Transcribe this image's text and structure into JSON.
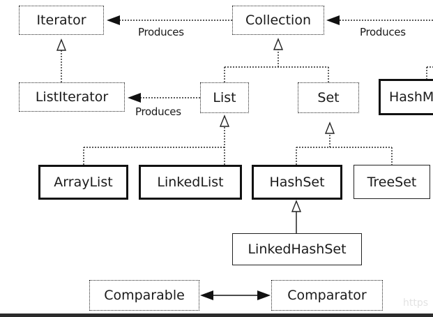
{
  "nodes": {
    "iterator": "Iterator",
    "collection": "Collection",
    "list_iterator": "ListIterator",
    "list": "List",
    "set": "Set",
    "hashmap_partial": "HashM",
    "arraylist": "ArrayList",
    "linkedlist": "LinkedList",
    "hashset": "HashSet",
    "treeset": "TreeSet",
    "linkedhashset": "LinkedHashSet",
    "comparable": "Comparable",
    "comparator": "Comparator"
  },
  "edge_labels": {
    "collection_iterator": "Produces",
    "map_collection": "Produces",
    "list_listiterator": "Produces"
  },
  "watermark": "https"
}
